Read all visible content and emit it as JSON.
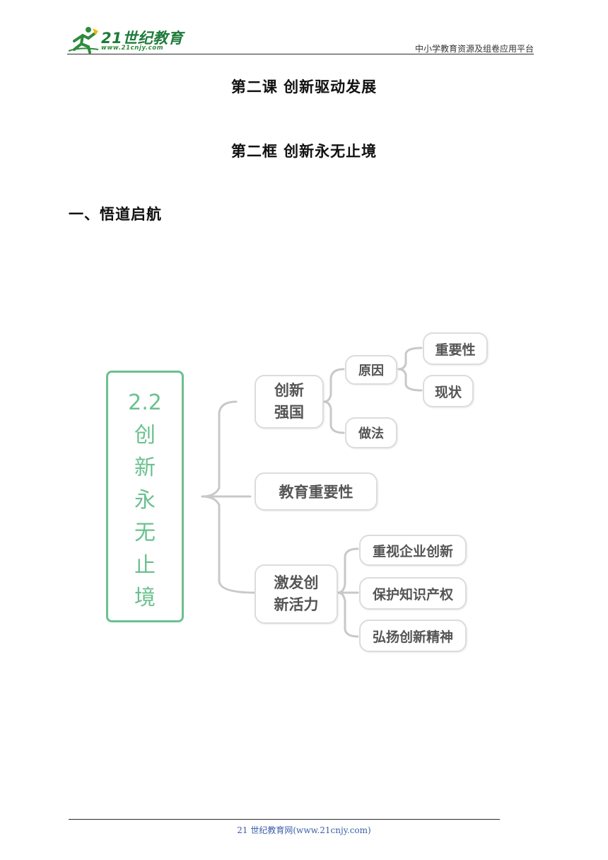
{
  "header": {
    "logo_text": "21世纪教育",
    "logo_url": "www.21cnjy.com",
    "platform": "中小学教育资源及组卷应用平台"
  },
  "lesson_title": "第二课  创新驱动发展",
  "frame_title": "第二框  创新永无止境",
  "section_heading": "一、悟道启航",
  "mindmap": {
    "root": "2.2\n创\n新\n永\n无\n止\n境",
    "branches": [
      {
        "label": "创新\n强国",
        "children": [
          {
            "label": "原因",
            "children": [
              {
                "label": "重要性"
              },
              {
                "label": "现状"
              }
            ]
          },
          {
            "label": "做法"
          }
        ]
      },
      {
        "label": "教育重要性"
      },
      {
        "label": "激发创\n新活力",
        "children": [
          {
            "label": "重视企业创新"
          },
          {
            "label": "保护知识产权"
          },
          {
            "label": "弘扬创新精神"
          }
        ]
      }
    ],
    "colors": {
      "root": "#6bc08f",
      "node_border": "#dcdcdc",
      "node_text": "#555555",
      "connector": "#c8c8c8"
    }
  },
  "footer": {
    "text": "21 世纪教育网(www.21cnjy.com)"
  }
}
